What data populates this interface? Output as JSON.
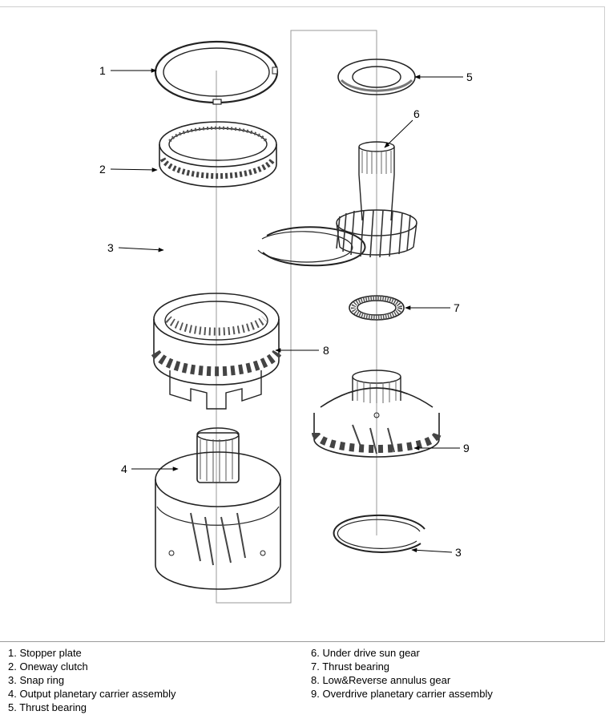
{
  "callouts": [
    "1",
    "2",
    "3",
    "8",
    "4",
    "5",
    "6",
    "7",
    "9",
    "3"
  ],
  "legend": {
    "left": [
      "1.  Stopper plate",
      "2.  Oneway clutch",
      "3.  Snap ring",
      "4.  Output planetary carrier assembly",
      "5.  Thrust bearing"
    ],
    "right": [
      "6.  Under drive sun gear",
      "7.  Thrust bearing",
      "8.  Low&Reverse annulus gear",
      "9.  Overdrive planetary carrier assembly"
    ]
  }
}
